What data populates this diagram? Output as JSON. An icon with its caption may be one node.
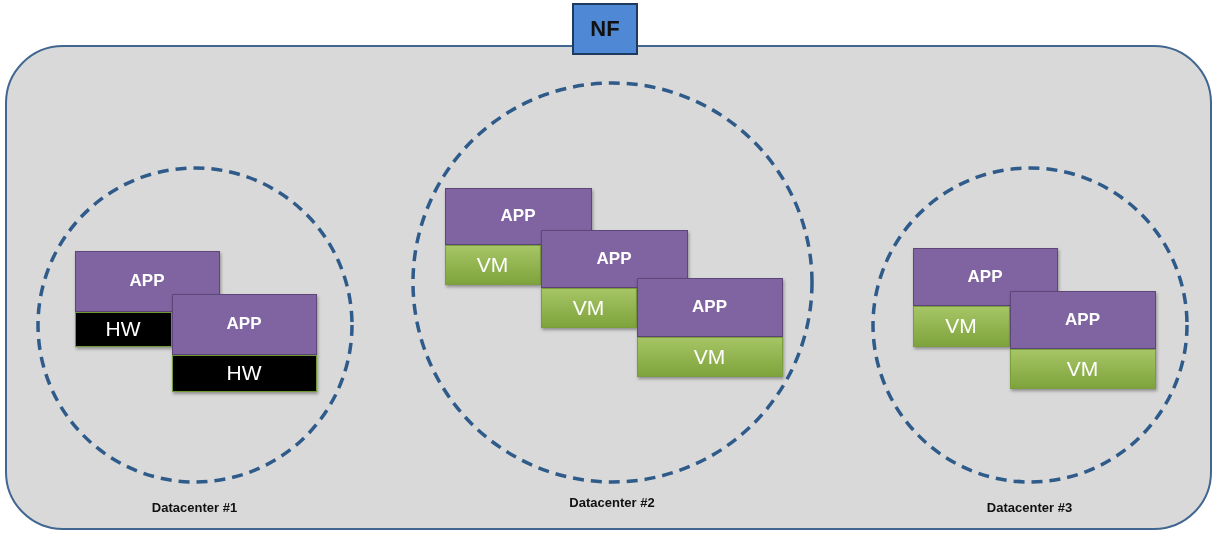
{
  "diagram": {
    "nodes": [
      {
        "text": [],
        "shape": "box"
      },
      {
        "text": [
          "NF"
        ]
      },
      {
        "text": [
          "Datacenter #1"
        ],
        "in": 0
      },
      {
        "text": [
          "APP"
        ],
        "in": 2
      },
      {
        "text": [
          "HW"
        ],
        "in": 2
      },
      {
        "text": [
          "APP"
        ],
        "in": 2
      },
      {
        "text": [
          "HW"
        ],
        "in": 2
      },
      {
        "text": [
          "Datacenter #2"
        ],
        "in": 0
      },
      {
        "text": [
          "APP"
        ],
        "in": 7
      },
      {
        "text": [
          "VM"
        ],
        "in": 7
      },
      {
        "text": [
          "APP"
        ],
        "in": 7
      },
      {
        "text": [
          "VM"
        ],
        "in": 7
      },
      {
        "text": [
          "APP"
        ],
        "in": 7
      },
      {
        "text": [
          "VM"
        ],
        "in": 7
      },
      {
        "text": [
          "Datacenter #3"
        ],
        "in": 0
      },
      {
        "text": [
          "APP"
        ],
        "in": 14
      },
      {
        "text": [
          "VM"
        ],
        "in": 14
      },
      {
        "text": [
          "APP"
        ],
        "in": 14
      },
      {
        "text": [
          "VM"
        ],
        "in": 14
      }
    ]
  }
}
